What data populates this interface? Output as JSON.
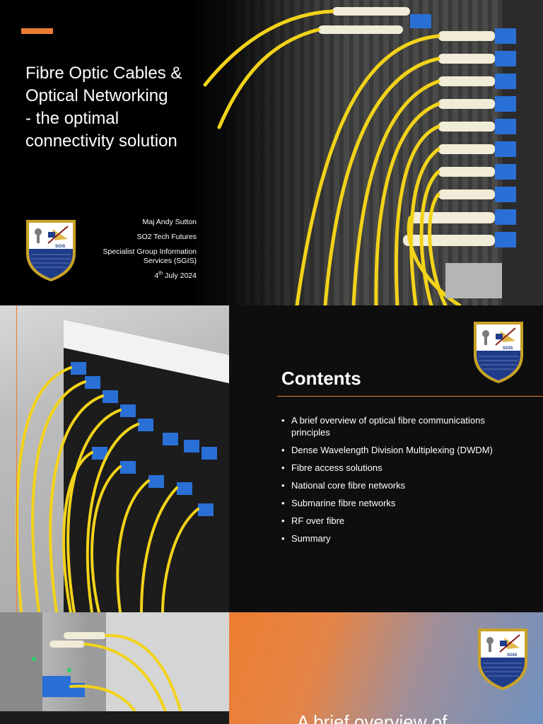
{
  "slide1": {
    "title": "Fibre Optic Cables &\nOptical Networking\n- the optimal\nconnectivity solution",
    "author": "Maj Andy Sutton",
    "role": "SO2 Tech Futures",
    "org": "Specialist Group Information Services (SGIS)",
    "date_day": "4",
    "date_suffix": "th",
    "date_rest": " July 2024",
    "badge_text": "SGIS"
  },
  "slide2": {
    "title": "Contents",
    "items": [
      "A brief overview of optical fibre communications principles",
      "Dense Wavelength Division Multiplexing (DWDM)",
      "Fibre access solutions",
      "National core fibre networks",
      "Submarine fibre networks",
      "RF over fibre",
      "Summary"
    ],
    "badge_text": "SGIS"
  },
  "slide3": {
    "title_partial": "A brief overview of",
    "badge_text": "SGIS"
  },
  "colors": {
    "accent": "#ed7d31",
    "cable": "#f2d31a",
    "connector": "#2a6fd6",
    "badge_blue": "#1f3c8a",
    "badge_gold": "#c9a227"
  }
}
